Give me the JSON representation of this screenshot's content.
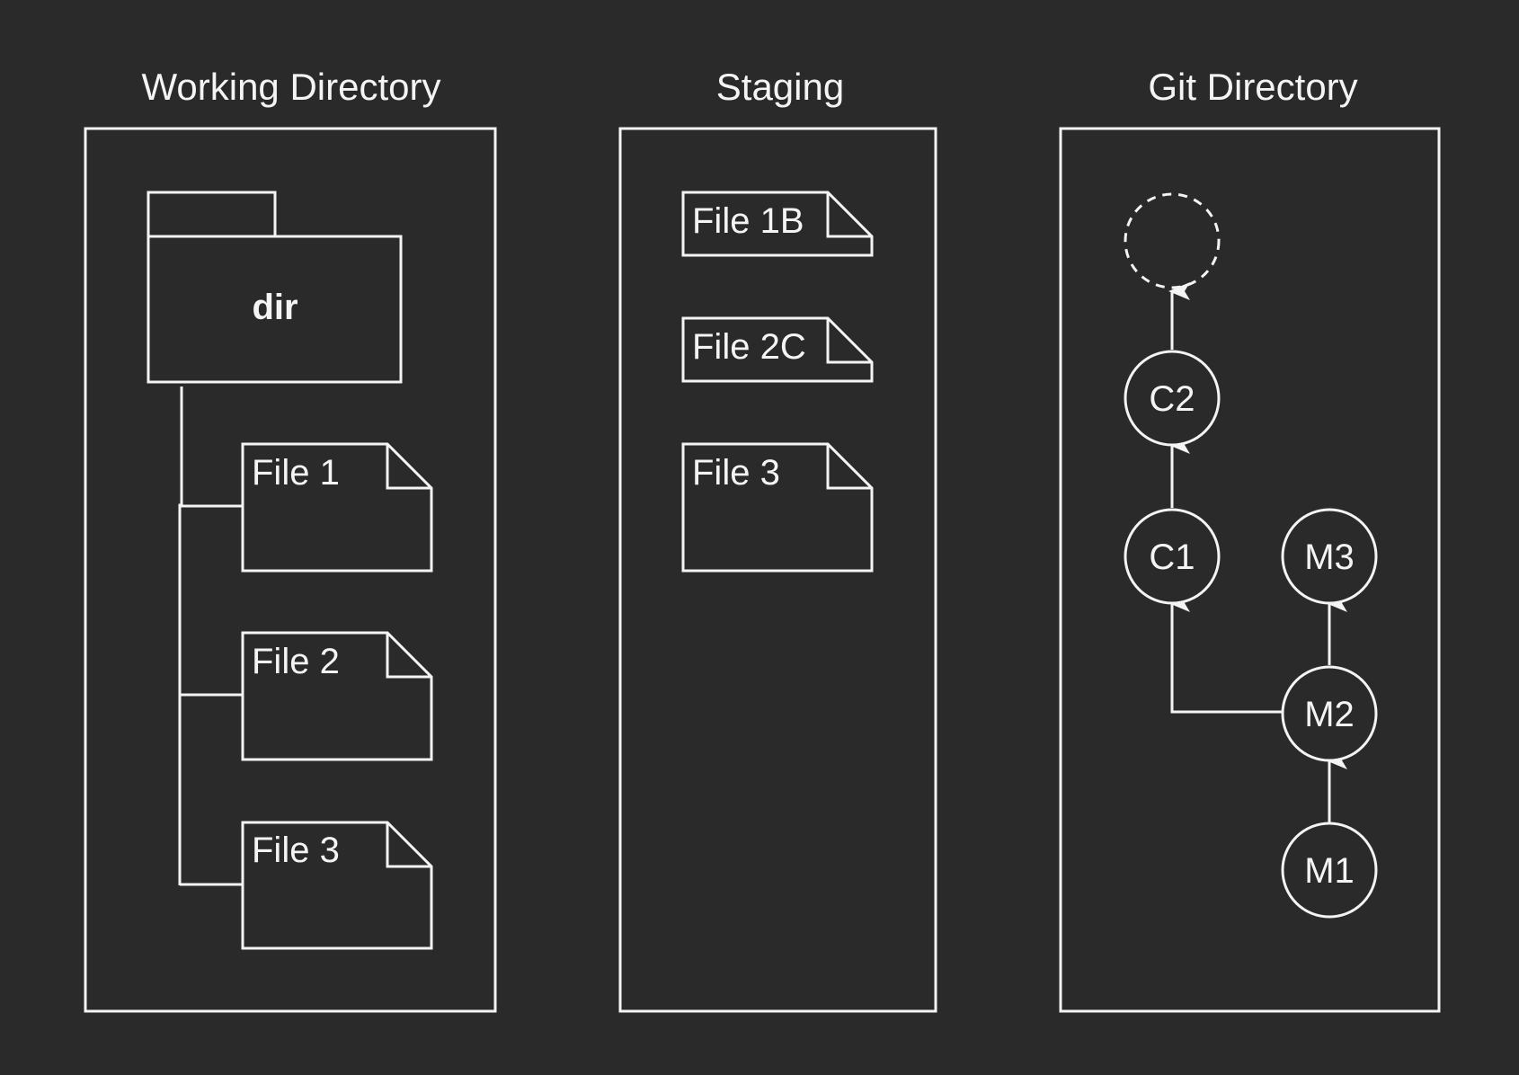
{
  "panels": {
    "working": {
      "title": "Working Directory",
      "folder_label": "dir",
      "files": [
        "File 1",
        "File 2",
        "File 3"
      ]
    },
    "staging": {
      "title": "Staging",
      "files": [
        "File 1B",
        "File 2C",
        "File 3"
      ]
    },
    "git": {
      "title": "Git Directory",
      "commits": [
        "C1",
        "C2"
      ],
      "merge_commits": [
        "M1",
        "M2",
        "M3"
      ]
    }
  },
  "colors": {
    "background": "#2a2a2a",
    "foreground": "#f4f4f4"
  }
}
